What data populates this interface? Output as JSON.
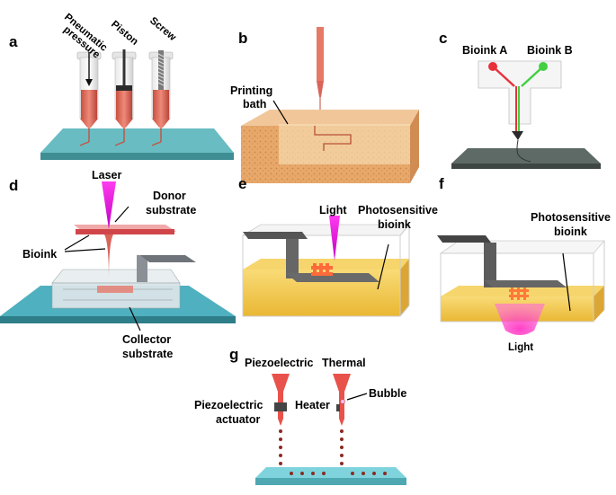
{
  "panels": {
    "a": {
      "letter": "a",
      "labels": {
        "pneumatic_line1": "Pneumatic",
        "pneumatic_line2": "pressure",
        "piston": "Piston",
        "screw": "Screw"
      }
    },
    "b": {
      "letter": "b",
      "labels": {
        "printing_line1": "Printing",
        "printing_line2": "bath"
      }
    },
    "c": {
      "letter": "c",
      "labels": {
        "bioink_a": "Bioink A",
        "bioink_b": "Bioink B"
      }
    },
    "d": {
      "letter": "d",
      "labels": {
        "laser": "Laser",
        "donor_line1": "Donor",
        "donor_line2": "substrate",
        "bioink": "Bioink",
        "collector_line1": "Collector",
        "collector_line2": "substrate"
      }
    },
    "e": {
      "letter": "e",
      "labels": {
        "light": "Light",
        "photo_line1": "Photosensitive",
        "photo_line2": "bioink"
      }
    },
    "f": {
      "letter": "f",
      "labels": {
        "photo_line1": "Photosensitive",
        "photo_line2": "bioink",
        "light": "Light"
      }
    },
    "g": {
      "letter": "g",
      "labels": {
        "piezoelectric": "Piezoelectric",
        "thermal": "Thermal",
        "actuator_line1": "Piezoelectric",
        "actuator_line2": "actuator",
        "heater": "Heater",
        "bubble": "Bubble"
      }
    }
  },
  "colors": {
    "platform_teal": "#5fb7bd",
    "bioink_red": "#d9645a",
    "laser_magenta": "#e020d0",
    "photo_yellow": "#f3c94a",
    "bath_orange": "#e8a766",
    "bioink_a_red": "#e8303a",
    "bioink_b_green": "#40d040",
    "drop_dark_red": "#8a2a22"
  }
}
